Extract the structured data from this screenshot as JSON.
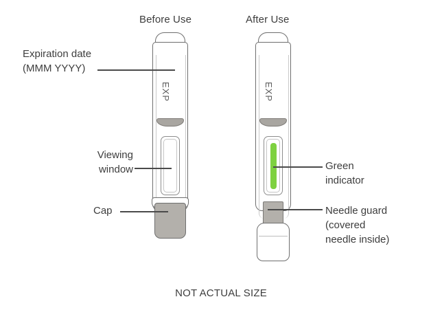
{
  "diagram": {
    "caption": "NOT ACTUAL SIZE",
    "colors": {
      "green_indicator": "#7ed140",
      "cap_gray": "#b3b0ab",
      "outline": "#6e6e6e",
      "text": "#3d3d3d"
    },
    "columns": [
      {
        "title": "Before Use"
      },
      {
        "title": "After Use"
      }
    ],
    "pen_before": {
      "exp_marking": "EXP",
      "window_state": "empty"
    },
    "pen_after": {
      "exp_marking": "EXP",
      "window_state": "green"
    },
    "labels": {
      "expiration": {
        "line1": "Expiration date",
        "line2": "(MMM YYYY)"
      },
      "viewing_window": {
        "line1": "Viewing",
        "line2": "window"
      },
      "cap": {
        "line1": "Cap"
      },
      "green_indicator": {
        "line1": "Green",
        "line2": "indicator"
      },
      "needle_guard": {
        "line1": "Needle guard",
        "line2": "(covered",
        "line3": "needle inside)"
      }
    }
  }
}
